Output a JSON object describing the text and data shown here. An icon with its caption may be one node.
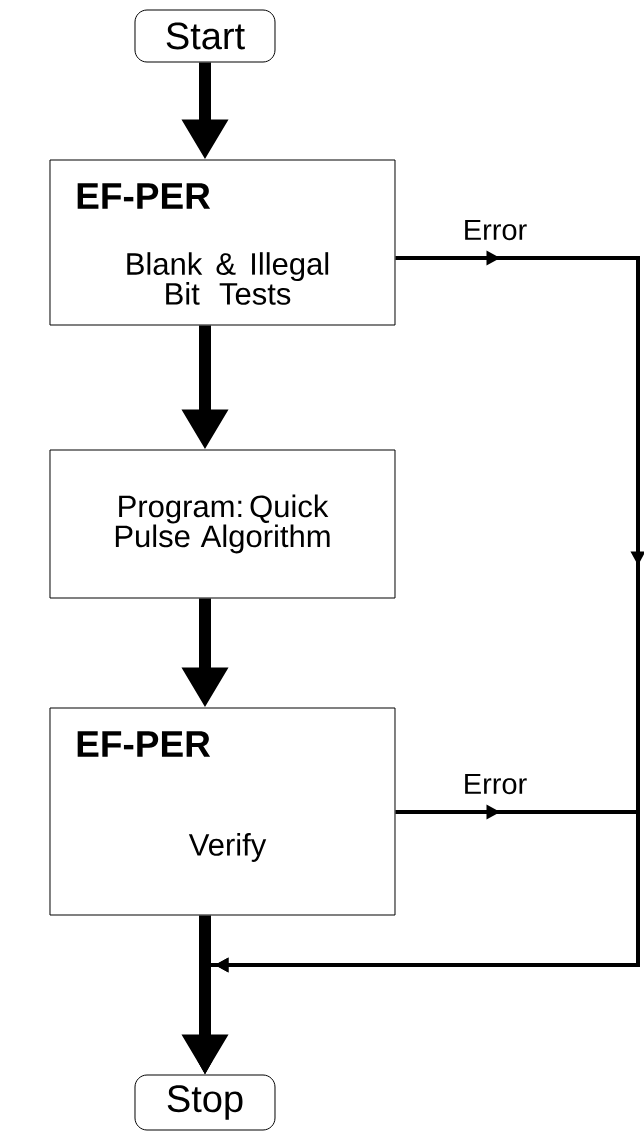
{
  "diagram": {
    "nodes": [
      {
        "text": [
          "Start"
        ]
      },
      {
        "text": [
          "EF-PER",
          "Blank & Illegal Bit Tests"
        ]
      },
      {
        "text": [
          "Program: Quick Pulse Algorithm"
        ]
      },
      {
        "text": [
          "EF-PER",
          "Verify"
        ]
      },
      {
        "text": [
          "Stop"
        ]
      }
    ],
    "edges": [
      {
        "from": 0,
        "to": 1,
        "arrow": "to"
      },
      {
        "from": 1,
        "to": 2,
        "arrow": "to"
      },
      {
        "from": 2,
        "to": 3,
        "arrow": "to"
      },
      {
        "from": 3,
        "to": 4,
        "arrow": "to"
      },
      {
        "from": 1,
        "to": 4,
        "arrow": "to",
        "label": "Error"
      },
      {
        "from": 3,
        "to": 4,
        "arrow": "to",
        "label": "Error"
      }
    ]
  }
}
